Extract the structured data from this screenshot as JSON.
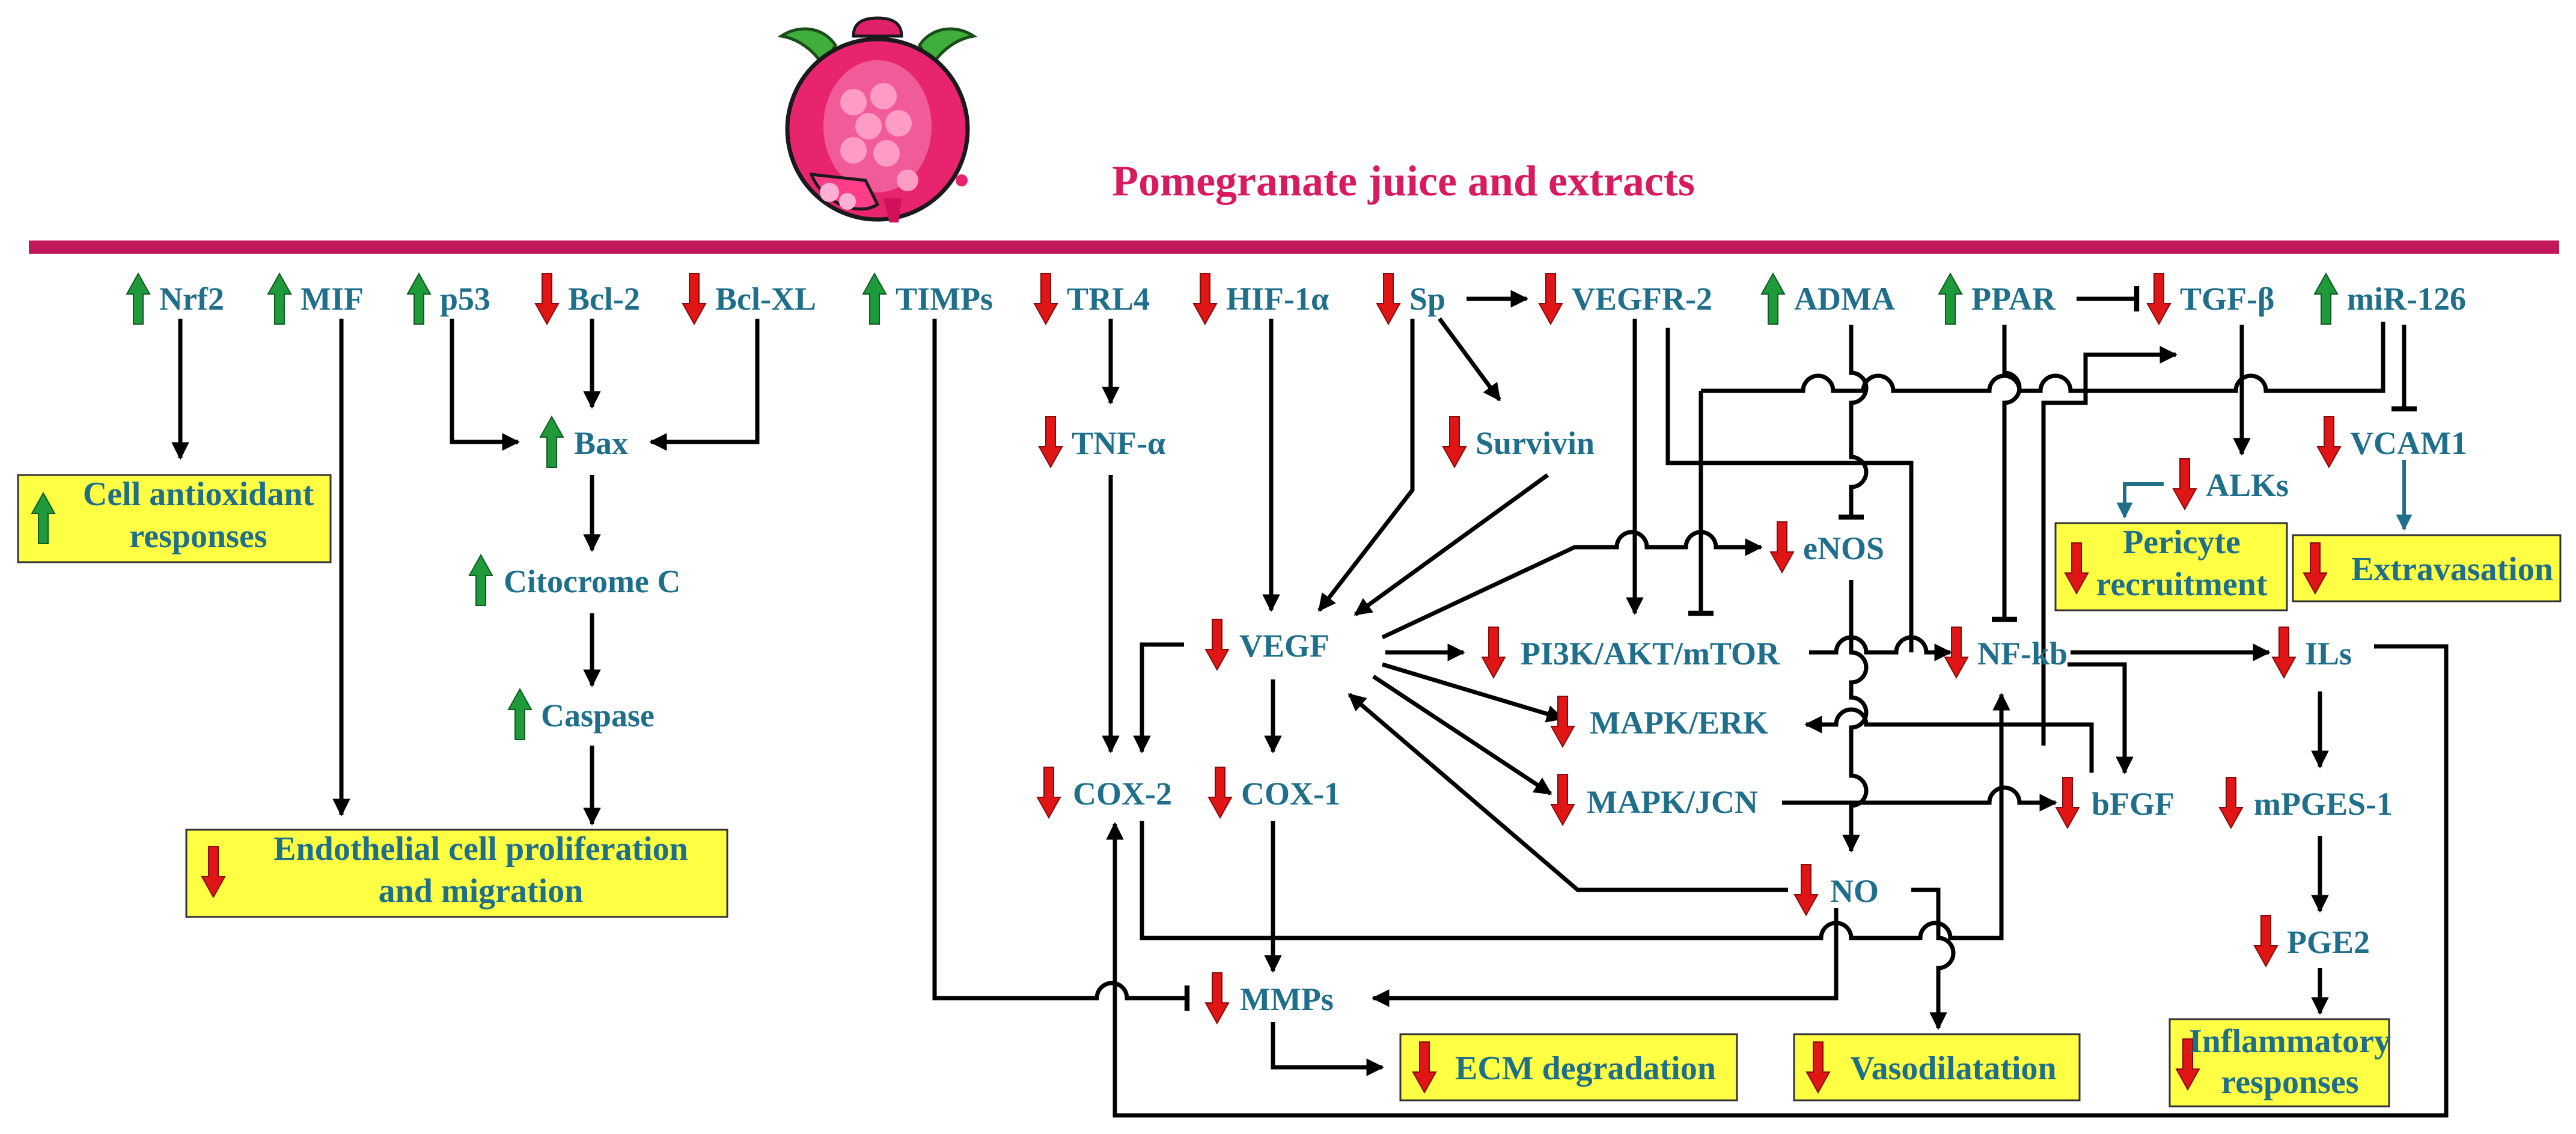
{
  "title": "Pomegranate juice and extracts",
  "colors": {
    "title": "#d81b60",
    "banner": "#c2185b",
    "node_text": "#1f6f8b",
    "up_arrow": "#1f9a3a",
    "down_arrow": "#e01515",
    "box_fill": "#ffff44",
    "box_border": "#333333"
  },
  "nodes": {
    "nrf2": "Nrf2",
    "mif": "MIF",
    "p53": "p53",
    "bcl2": "Bcl-2",
    "bclxl": "Bcl-XL",
    "timps": "TIMPs",
    "trl4": "TRL4",
    "hif": "HIF-1α",
    "sp": "Sp",
    "vegfr2": "VEGFR-2",
    "adma": "ADMA",
    "ppar": "PPAR",
    "tgfb": "TGF-β",
    "mir126": "miR-126",
    "bax": "Bax",
    "tnfa": "TNF-α",
    "survivin": "Survivin",
    "alks": "ALKs",
    "vcam1": "VCAM1",
    "enos": "eNOS",
    "citocrome": "Citocrome C",
    "caspase": "Caspase",
    "vegf": "VEGF",
    "pi3k": "PI3K/AKT/mTOR",
    "nfkb": "NF-kb",
    "ils": "ILs",
    "mapkerk": "MAPK/ERK",
    "mapkjcn": "MAPK/JCN",
    "cox2": "COX-2",
    "cox1": "COX-1",
    "bfgf": "bFGF",
    "mpges": "mPGES-1",
    "no": "NO",
    "pge2": "PGE2",
    "mmps": "MMPs"
  },
  "outcomes": {
    "antioxidant_1": "Cell antioxidant",
    "antioxidant_2": "responses",
    "endothelial_1": "Endothelial cell  proliferation",
    "endothelial_2": "and migration",
    "pericyte_1": "Pericyte",
    "pericyte_2": "recruitment",
    "extravasation": "Extravasation",
    "ecm": "ECM degradation",
    "vasodilatation": "Vasodilatation",
    "inflammatory_1": "Inflammatory",
    "inflammatory_2": "responses"
  }
}
